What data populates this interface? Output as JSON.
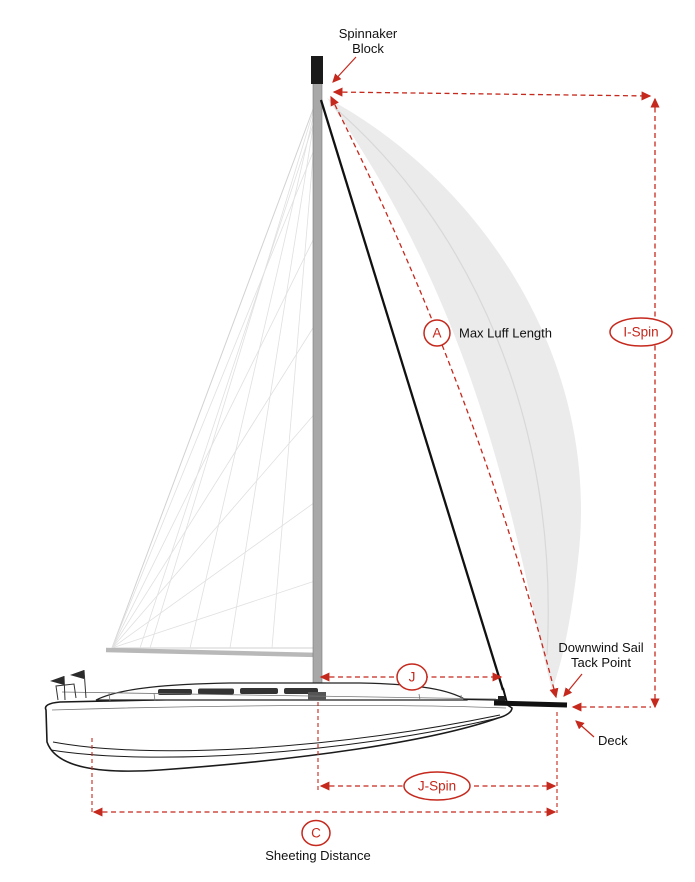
{
  "labels": {
    "spinnaker_block_line1": "Spinnaker",
    "spinnaker_block_line2": "Block",
    "luff_badge": "A",
    "max_luff_length": "Max Luff Length",
    "ispin_badge": "I-Spin",
    "j_badge": "J",
    "jspin_badge": "J-Spin",
    "c_badge": "C",
    "sheeting_distance": "Sheeting Distance",
    "tack_line1": "Downwind Sail",
    "tack_line2": "Tack Point",
    "deck": "Deck"
  },
  "colors": {
    "dimension_red": "#c5281c",
    "spinnaker_fill": "#ebebeb",
    "sail_line_grey": "#d2d2d2",
    "hull_black": "#1b1b1b",
    "mast_grey": "#a8a8a8"
  }
}
